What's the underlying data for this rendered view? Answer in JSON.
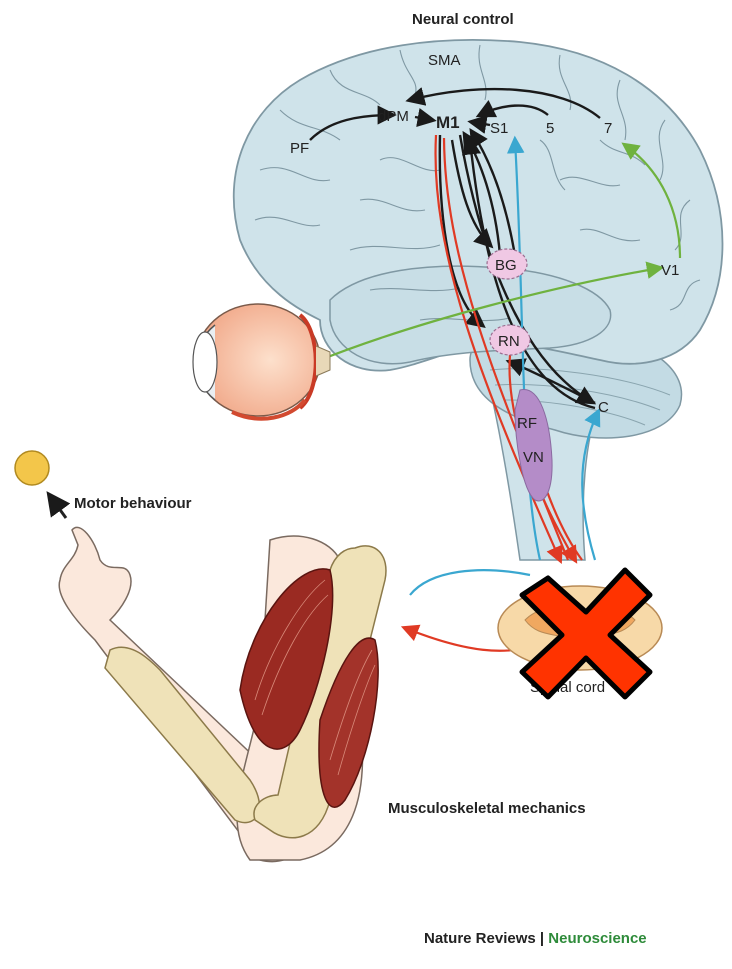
{
  "title": "Neural control",
  "brain_labels": {
    "sma": "SMA",
    "dpm": "dPM",
    "m1": "M1",
    "s1": "S1",
    "area5": "5",
    "area7": "7",
    "pf": "PF",
    "bg": "BG",
    "rn": "RN",
    "rf": "RF",
    "vn": "VN",
    "v1": "V1",
    "c": "C"
  },
  "spinal_cord_label": "Spinal cord",
  "motor_behaviour_label": "Motor behaviour",
  "musculoskeletal_label": "Musculoskeletal mechanics",
  "footer": {
    "journal": "Nature Reviews",
    "separator": " | ",
    "section": "Neuroscience"
  },
  "colors": {
    "brain": "#cfe3ea",
    "brain_outline": "#7f98a3",
    "pathway_black": "#1a1a1a",
    "pathway_red": "#e03a24",
    "pathway_blue": "#3aa7d0",
    "pathway_green": "#6fb23f",
    "nucleus_pink": "#f0c8e4",
    "nucleus_purple": "#b48cc8",
    "cross_red": "#ff3300",
    "target_yellow": "#f3c64a",
    "footer_green": "#2e8b3a"
  }
}
